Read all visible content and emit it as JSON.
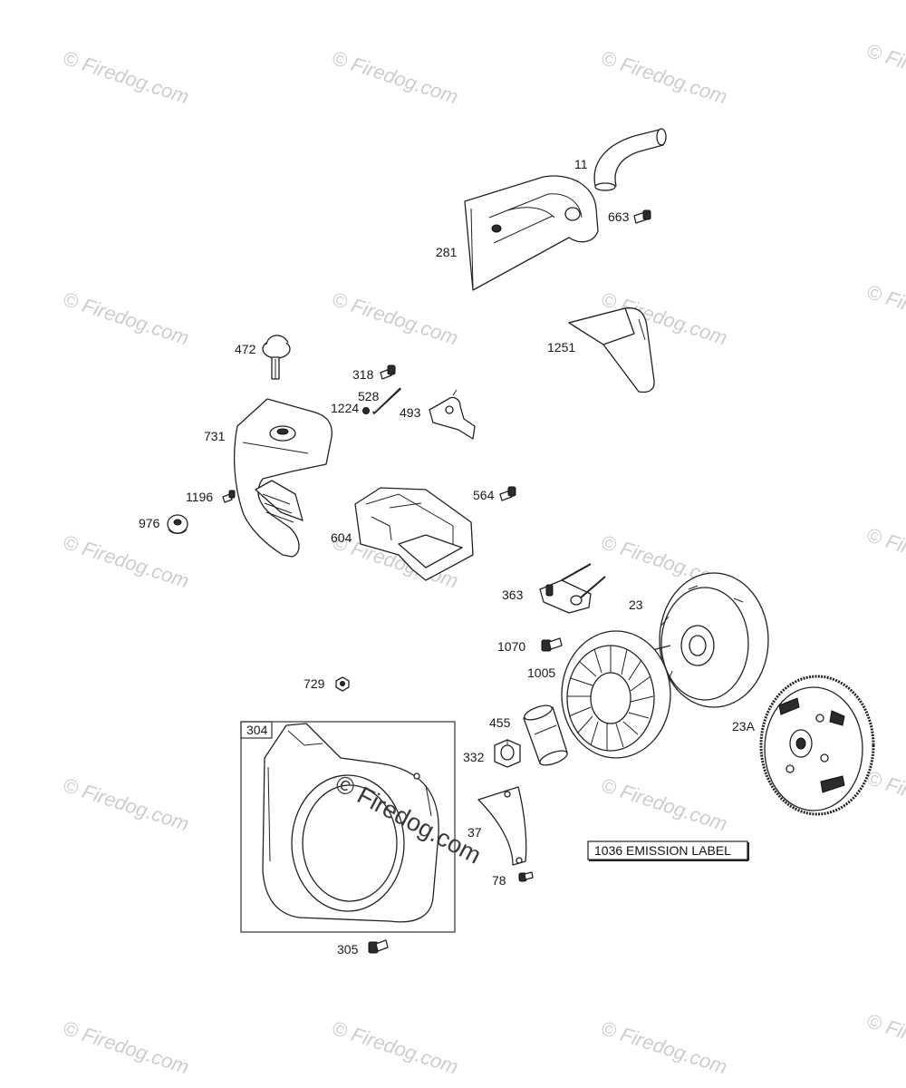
{
  "watermark": {
    "text": "© Firedog.com"
  },
  "diagram_watermark": {
    "text": "© Firedog.com"
  },
  "callouts": {
    "p11": "11",
    "p663": "663",
    "p281": "281",
    "p1251": "1251",
    "p472": "472",
    "p318": "318",
    "p528": "528",
    "p1224": "1224",
    "p493": "493",
    "p731": "731",
    "p564": "564",
    "p1196": "1196",
    "p976": "976",
    "p604": "604",
    "p363": "363",
    "p23": "23",
    "p1070": "1070",
    "p1005": "1005",
    "p729": "729",
    "p455": "455",
    "p304": "304",
    "p332": "332",
    "p23a": "23A",
    "p37": "37",
    "p78": "78",
    "p305": "305"
  },
  "emission_label": "1036 EMISSION LABEL"
}
